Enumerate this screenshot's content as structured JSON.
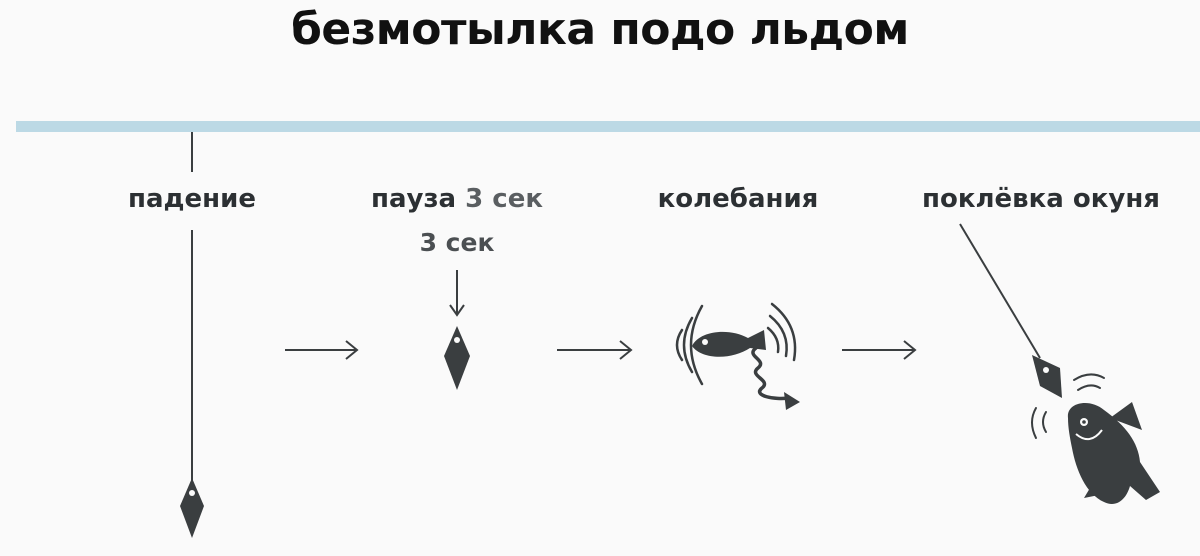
{
  "title": "безмотылка подо льдом",
  "steps": [
    {
      "label": "падение"
    },
    {
      "label_main": "пауза",
      "label_accent": "3 сек",
      "sublabel": "3 сек"
    },
    {
      "label": "колебания"
    },
    {
      "label": "поклёвка окуня"
    }
  ],
  "colors": {
    "ice": "#bcd9e5",
    "ink": "#3a3e40",
    "text": "#2c3033",
    "background": "#fafafa"
  },
  "icons": [
    "lure-falling-icon",
    "lure-pause-icon",
    "lure-wobbling-icon",
    "perch-strike-icon"
  ]
}
